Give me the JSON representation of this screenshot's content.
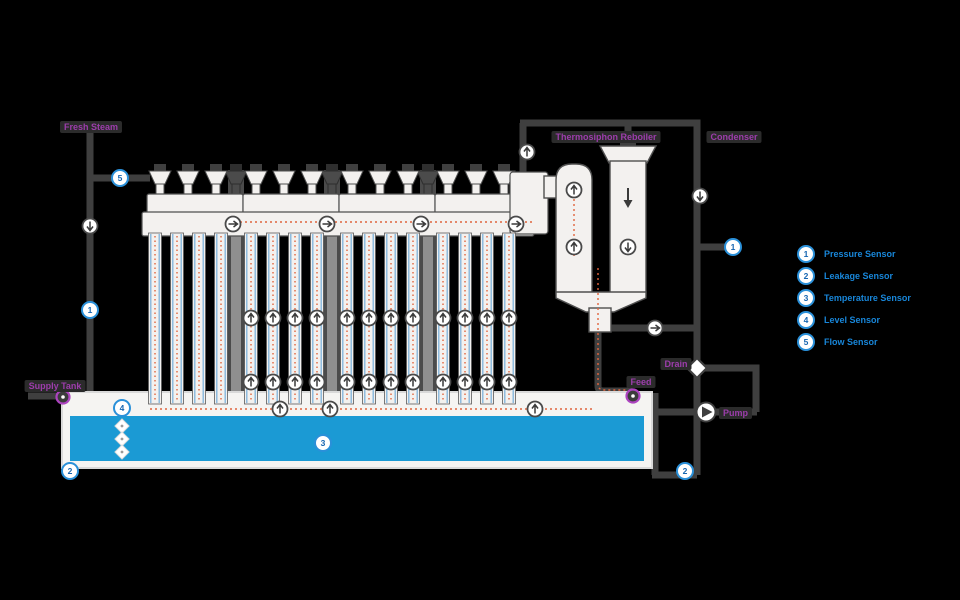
{
  "labels": {
    "fresh_steam": "Fresh Steam",
    "reboiler": "Thermosiphon Reboiler",
    "condenser": "Condenser",
    "drain": "Drain",
    "pump": "Pump",
    "supply_tank": "Supply Tank",
    "feed": "Feed"
  },
  "legend": {
    "items": [
      {
        "num": "1",
        "label": "Pressure Sensor"
      },
      {
        "num": "2",
        "label": "Leakage Sensor"
      },
      {
        "num": "3",
        "label": "Temperature Sensor"
      },
      {
        "num": "4",
        "label": "Level Sensor"
      },
      {
        "num": "5",
        "label": "Flow Sensor"
      }
    ]
  },
  "sensors": {
    "steam_flow": {
      "num": "5"
    },
    "steam_pressure": {
      "num": "1"
    },
    "vapor_pressure": {
      "num": "1"
    },
    "tank_level": {
      "num": "4"
    },
    "tank_temperature": {
      "num": "3"
    },
    "leakage_left": {
      "num": "2"
    },
    "leakage_right": {
      "num": "2"
    }
  },
  "colors": {
    "accent_purple": "#9c3dab",
    "sensor_blue": "#2a90d9",
    "legend_text": "#1886d9",
    "liquid_blue": "#1b9ad4",
    "trace_orange": "#e0653e",
    "pipe_gray": "#3f3f3f"
  }
}
